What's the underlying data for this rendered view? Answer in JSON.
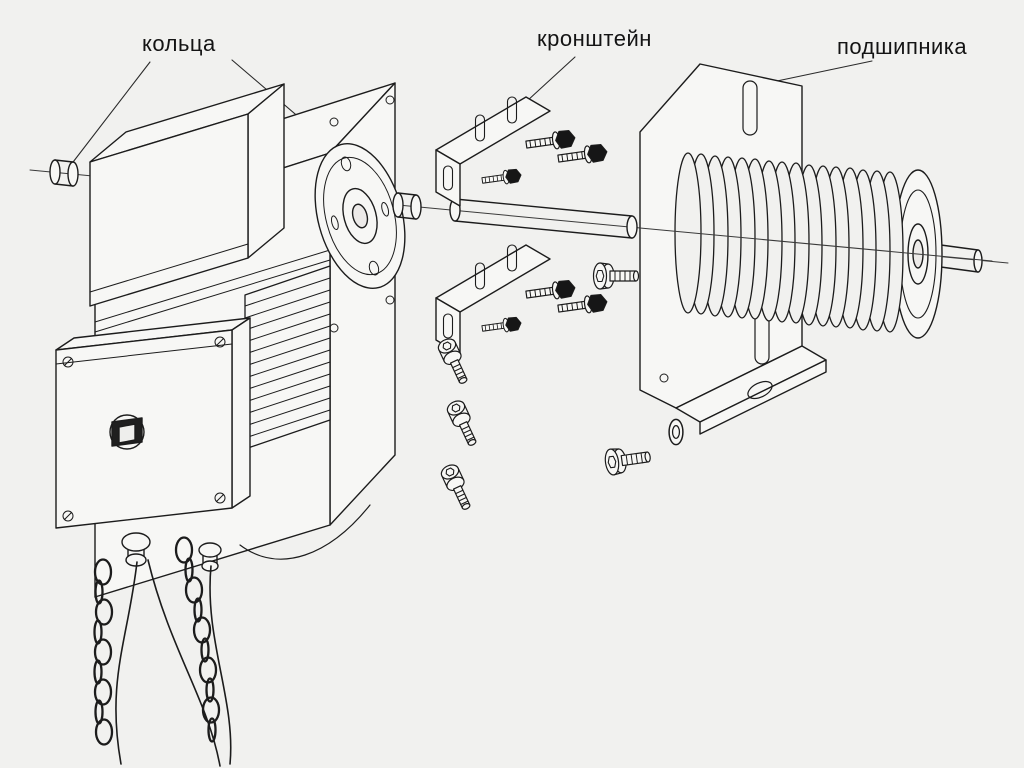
{
  "colors": {
    "background": "#f1f1ef",
    "line": "#1c1c1c",
    "face_fill": "#f7f7f5",
    "bolt_head": "#161616"
  },
  "labels": {
    "rings": "кольца",
    "bracket": "кронштейн",
    "bearing": "подшипника"
  },
  "parts": [
    "drive-unit",
    "motor-can",
    "mounting-flange",
    "junction-box",
    "hand-chain",
    "cables",
    "ring-collar",
    "drive-shaft",
    "angle-bracket",
    "hex-bolt",
    "socket-head-screw",
    "washer",
    "bearing-plate",
    "torsion-spring",
    "bearing-disc"
  ]
}
